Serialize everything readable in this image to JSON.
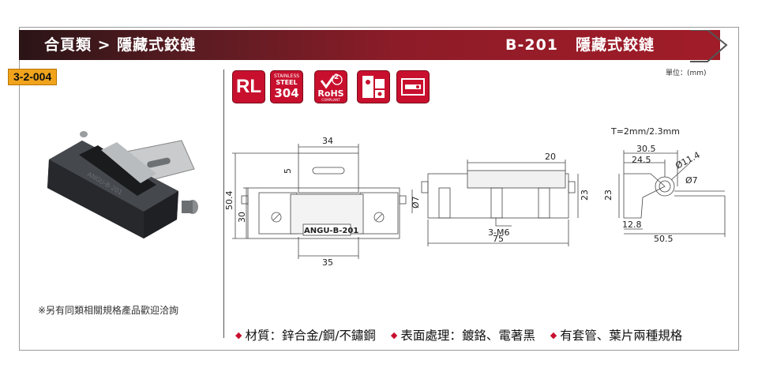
{
  "header": {
    "category": "合頁類 > 隱藏式鉸鏈",
    "model": "B-201",
    "product_name": "隱藏式鉸鏈"
  },
  "catalog_code": "3-2-004",
  "unit_label": "單位：(mm)",
  "badges": {
    "rl": "RL",
    "stainless_top": "STAINLESS",
    "stainless_mid": "STEEL",
    "stainless_num": "304",
    "rohs_num": "2",
    "rohs": "RoHS",
    "rohs_sub": "COMPLIANT"
  },
  "note": "※另有同類相關規格產品歡迎洽詢",
  "features": [
    "材質：鋅合金/鋼/不鏽鋼",
    "表面處理：鍍鉻、電著黑",
    "有套管、葉片兩種規格"
  ],
  "drawing": {
    "front": {
      "width_top": "34",
      "slot": "5",
      "height_total": "50.4",
      "height_body": "30",
      "pin_dia": "Ø7",
      "width_bottom": "35",
      "marking": "ANGU-B-201"
    },
    "side": {
      "leaf": "20",
      "height": "23",
      "thread": "3-M6",
      "length": "75"
    },
    "end": {
      "thickness": "T=2mm/2.3mm",
      "d1": "30.5",
      "d2": "24.5",
      "dia_outer": "Ø11.4",
      "dia_inner": "Ø7",
      "height": "23",
      "base": "12.8",
      "total": "50.5"
    }
  },
  "colors": {
    "banner_red": "#a01c28",
    "code_orange": "#f0a31b",
    "badge_red": "#c8102e"
  }
}
